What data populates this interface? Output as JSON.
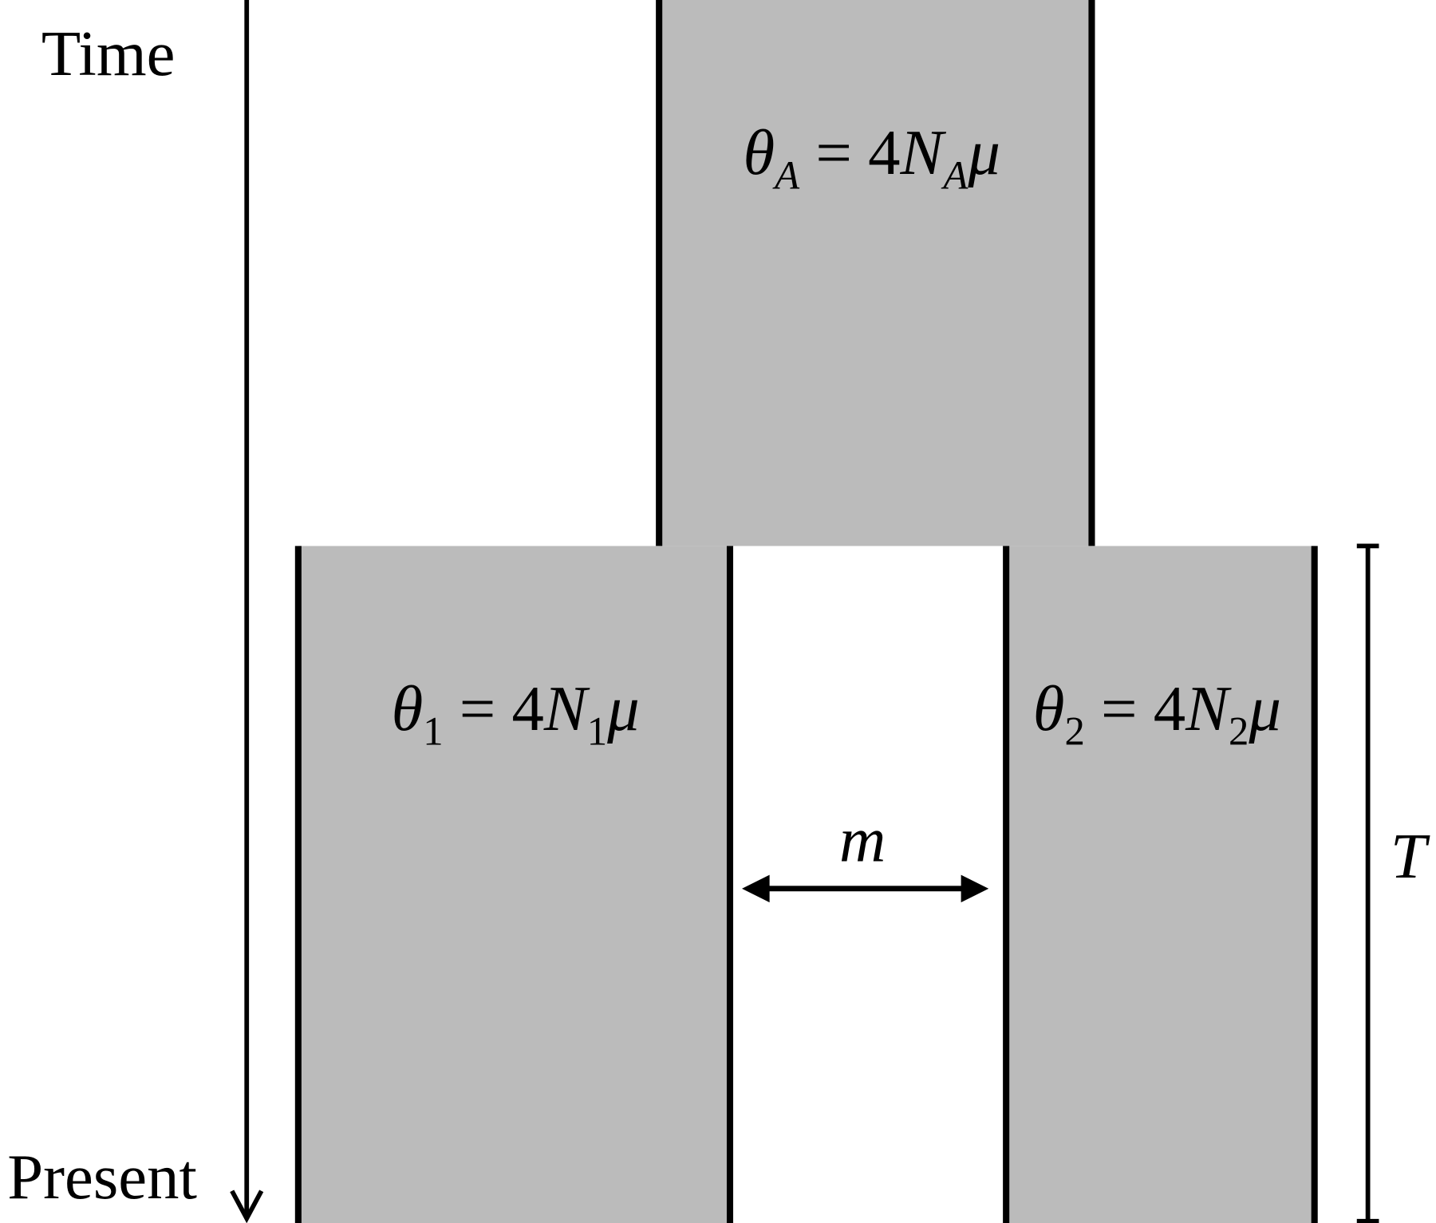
{
  "axis": {
    "top_label": "Time",
    "bottom_label": "Present"
  },
  "ancestral": {
    "theta": "θ",
    "theta_sub": "A",
    "eq": " = 4",
    "N": "N",
    "N_sub": "A",
    "mu": "μ"
  },
  "pop1": {
    "theta": "θ",
    "theta_sub": "1",
    "eq": " = 4",
    "N": "N",
    "N_sub": "1",
    "mu": "μ"
  },
  "pop2": {
    "theta": "θ",
    "theta_sub": "2",
    "eq": " = 4",
    "N": "N",
    "N_sub": "2",
    "mu": "μ"
  },
  "migration": {
    "label": "m"
  },
  "split_time": {
    "label": "T"
  },
  "colors": {
    "population_fill": "#bbbbbb",
    "stroke": "#000000"
  }
}
